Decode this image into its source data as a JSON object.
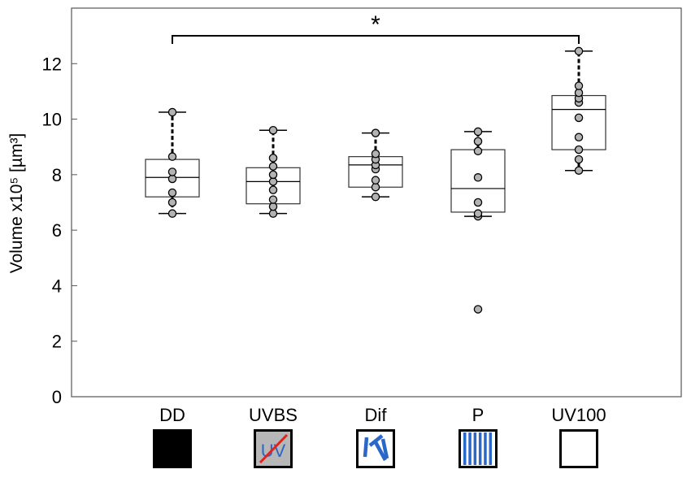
{
  "chart_data": {
    "type": "box",
    "title": "",
    "xlabel": "",
    "ylabel": "Volume x10⁵ [µm³]",
    "ylim": [
      0,
      14
    ],
    "yticks": [
      0,
      2,
      4,
      6,
      8,
      10,
      12
    ],
    "grid": false,
    "categories": [
      "DD",
      "UVBS",
      "Dif",
      "P",
      "UV100"
    ],
    "boxes": [
      {
        "category": "DD",
        "whisker_low": 6.6,
        "q1": 7.2,
        "median": 7.9,
        "q3": 8.55,
        "whisker_high": 10.25,
        "points": [
          6.6,
          7.0,
          7.35,
          7.85,
          8.1,
          8.65,
          10.25
        ]
      },
      {
        "category": "UVBS",
        "whisker_low": 6.6,
        "q1": 6.95,
        "median": 7.75,
        "q3": 8.25,
        "whisker_high": 9.6,
        "points": [
          6.6,
          6.85,
          7.1,
          7.45,
          7.75,
          8.0,
          8.3,
          8.6,
          9.6
        ]
      },
      {
        "category": "Dif",
        "whisker_low": 7.2,
        "q1": 7.55,
        "median": 8.35,
        "q3": 8.65,
        "whisker_high": 9.5,
        "points": [
          7.2,
          7.55,
          7.8,
          8.2,
          8.35,
          8.55,
          8.75,
          9.5
        ]
      },
      {
        "category": "P",
        "whisker_low": 6.5,
        "q1": 6.65,
        "median": 7.5,
        "q3": 8.9,
        "whisker_high": 9.55,
        "points": [
          3.15,
          6.5,
          6.6,
          7.0,
          7.9,
          8.85,
          9.2,
          9.55
        ]
      },
      {
        "category": "UV100",
        "whisker_low": 8.15,
        "q1": 8.9,
        "median": 10.35,
        "q3": 10.85,
        "whisker_high": 12.45,
        "points": [
          8.15,
          8.55,
          8.9,
          9.35,
          10.05,
          10.6,
          10.75,
          10.95,
          11.2,
          12.45
        ]
      }
    ],
    "significance": {
      "from": "DD",
      "to": "UV100",
      "label": "*"
    },
    "condition_icons": [
      {
        "category": "DD",
        "icon": "black-filled-square-icon"
      },
      {
        "category": "UVBS",
        "icon": "gray-square-crossed-uv-icon",
        "text": "UV"
      },
      {
        "category": "Dif",
        "icon": "diffuse-blue-bars-icon"
      },
      {
        "category": "P",
        "icon": "vertical-blue-stripes-icon"
      },
      {
        "category": "UV100",
        "icon": "white-empty-square-icon"
      }
    ],
    "colors": {
      "point_fill": "#b3b3b3",
      "icon_blue": "#2a67c9",
      "icon_gray": "#b7b7b7",
      "cross_red": "#e2231a",
      "frame": "#555555"
    }
  }
}
